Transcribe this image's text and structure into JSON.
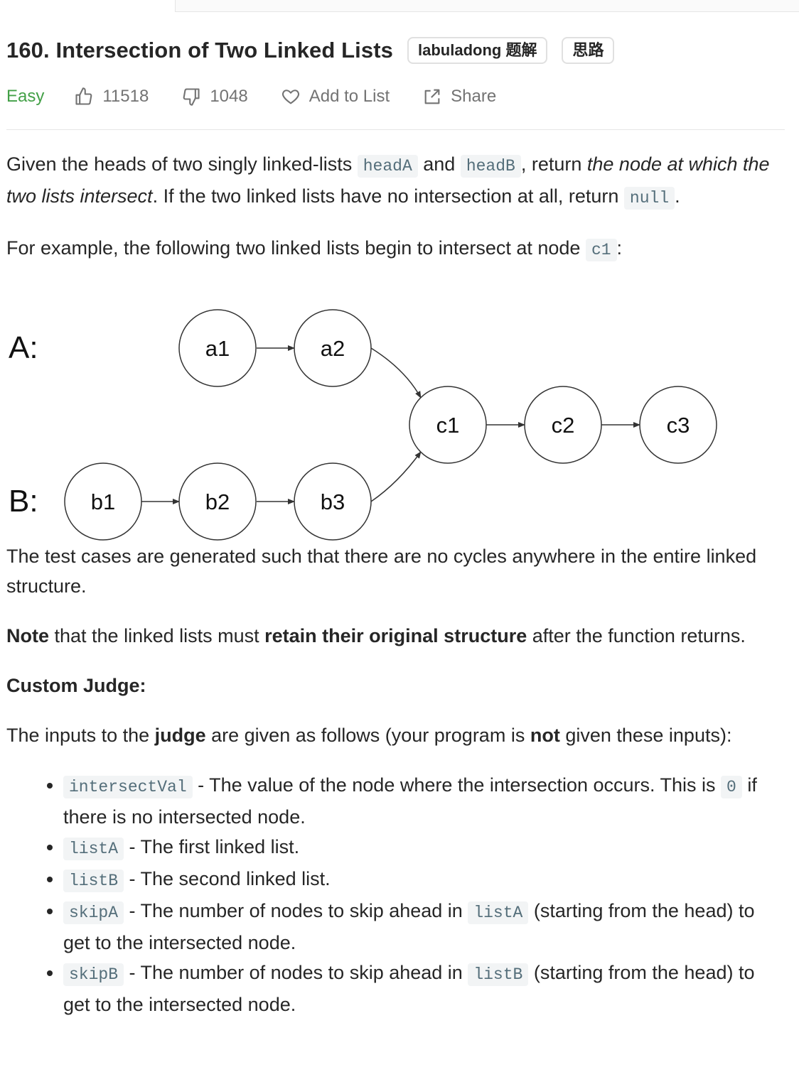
{
  "header": {
    "title": "160. Intersection of Two Linked Lists",
    "tags": [
      "labuladong 题解",
      "思路"
    ]
  },
  "meta": {
    "difficulty": "Easy",
    "likes": "11518",
    "dislikes": "1048",
    "add_to_list": "Add to List",
    "share": "Share",
    "colors": {
      "easy": "#43a047",
      "muted": "#737373"
    }
  },
  "description": {
    "p1": {
      "t1": "Given the heads of two singly linked-lists ",
      "c1": "headA",
      "t2": " and ",
      "c2": "headB",
      "t3": ", return ",
      "em": "the node at which the two lists intersect",
      "t4": ". If the two linked lists have no intersection at all, return ",
      "c3": "null",
      "t5": "."
    },
    "p2": {
      "t1": "For example, the following two linked lists begin to intersect at node ",
      "c1": "c1",
      "t2": ":"
    }
  },
  "diagram": {
    "label_a": "A:",
    "label_b": "B:",
    "nodes": [
      "a1",
      "a2",
      "c1",
      "c2",
      "c3",
      "b1",
      "b2",
      "b3"
    ]
  },
  "body": {
    "p3": "The test cases are generated such that there are no cycles anywhere in the entire linked structure.",
    "p4": {
      "b1": "Note",
      "t1": " that the linked lists must ",
      "b2": "retain their original structure",
      "t2": " after the function returns."
    },
    "p5": "Custom Judge:",
    "p6": {
      "t1": "The inputs to the ",
      "b1": "judge",
      "t2": " are given as follows (your program is ",
      "b2": "not",
      "t3": " given these inputs):"
    },
    "bullets": [
      {
        "code": "intersectVal",
        "t1": " - The value of the node where the intersection occurs. This is ",
        "code2": "0",
        "t2": " if there is no intersected node."
      },
      {
        "code": "listA",
        "t1": " - The first linked list."
      },
      {
        "code": "listB",
        "t1": " - The second linked list."
      },
      {
        "code": "skipA",
        "t1": " - The number of nodes to skip ahead in ",
        "code2": "listA",
        "t2": " (starting from the head) to get to the intersected node."
      },
      {
        "code": "skipB",
        "t1": " - The number of nodes to skip ahead in ",
        "code2": "listB",
        "t2": " (starting from the head) to get to the intersected node."
      }
    ]
  }
}
